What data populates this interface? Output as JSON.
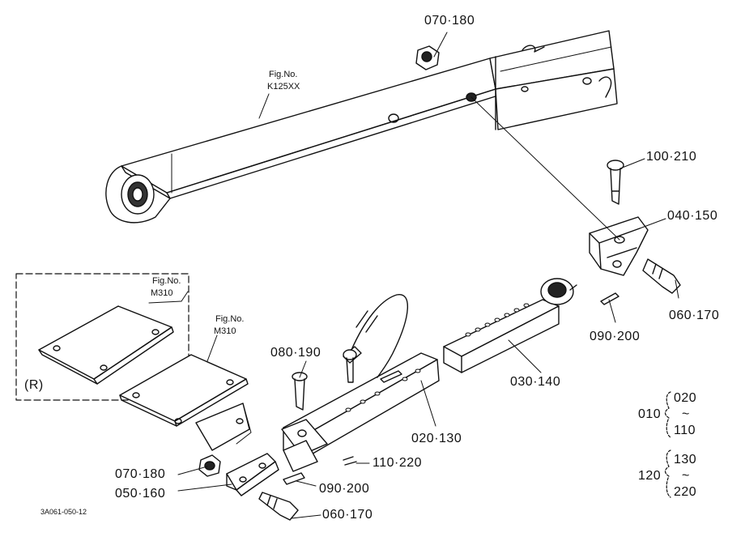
{
  "callouts": {
    "p070_180_top": "070·180",
    "fig_top_1": "Fig.No.",
    "fig_top_2": "K125XX",
    "p100_210": "100·210",
    "p040_150": "040·150",
    "p060_170_r": "060·170",
    "p090_200_r": "090·200",
    "p030_140": "030·140",
    "fig_box_1": "Fig.No.",
    "fig_box_2": "M310",
    "fig_plate_1": "Fig.No.",
    "fig_plate_2": "M310",
    "side_r": "(R)",
    "p080_190": "080·190",
    "p020_130": "020·130",
    "p110_220": "110·220",
    "p070_180_bot": "070·180",
    "p050_160": "050·160",
    "p090_200_bot": "090·200",
    "p060_170_bot": "060·170",
    "drawing_code": "3A061-050-12"
  },
  "legend": {
    "g1_main": "010",
    "g1_from": "020",
    "g1_tilde": "~",
    "g1_to": "110",
    "g2_main": "120",
    "g2_from": "130",
    "g2_tilde": "~",
    "g2_to": "220"
  }
}
